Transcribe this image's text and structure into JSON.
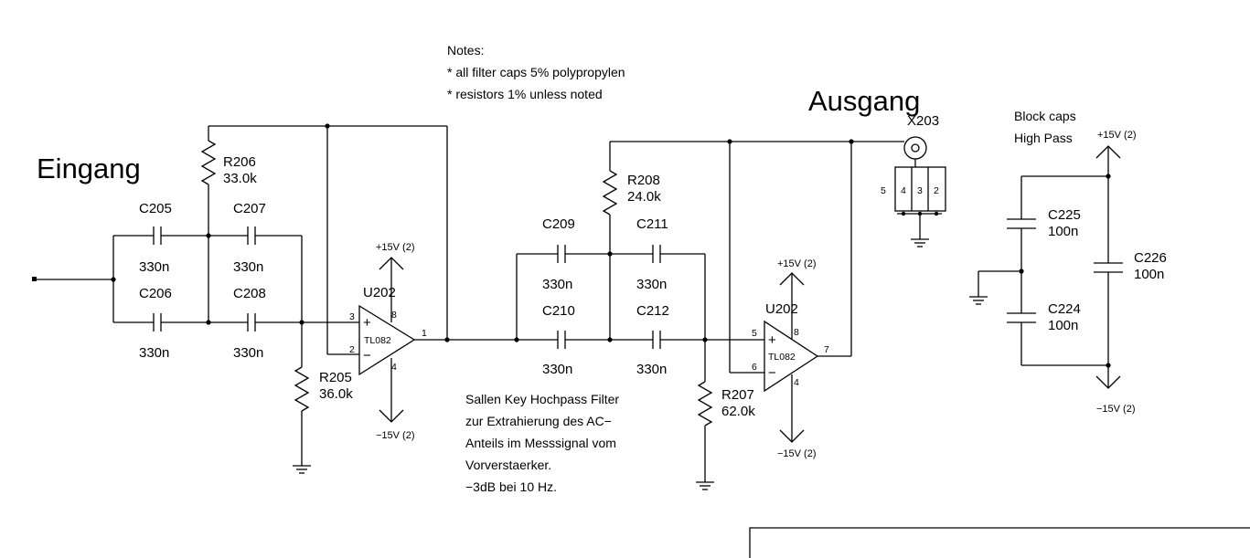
{
  "titles": {
    "input": "Eingang",
    "output": "Ausgang"
  },
  "notes": {
    "header": "Notes:",
    "line1": "* all filter caps 5% polypropylen",
    "line2": "* resistors 1% unless noted"
  },
  "description": [
    "Sallen Key Hochpass Filter",
    "zur Extrahierung des AC−",
    "Anteils im Messsignal vom",
    "Vorverstaerker.",
    "−3dB bei 10 Hz."
  ],
  "block_caps": {
    "line1": "Block caps",
    "line2": "High Pass"
  },
  "power": {
    "pos": "+15V (2)",
    "neg": "−15V (2)"
  },
  "connector": {
    "ref": "X203",
    "pins": [
      "5",
      "4",
      "3",
      "2"
    ]
  },
  "opamps": {
    "u202a": {
      "ref": "U202",
      "part": "TL082",
      "pin_plus": "3",
      "pin_minus": "2",
      "pin_out": "1",
      "pin_vcc": "8",
      "pin_vee": "4",
      "sign_plus": "+",
      "sign_minus": "−"
    },
    "u202b": {
      "ref": "U202",
      "part": "TL082",
      "pin_plus": "5",
      "pin_minus": "6",
      "pin_out": "7",
      "pin_vcc": "8",
      "pin_vee": "4",
      "sign_plus": "+",
      "sign_minus": "−"
    }
  },
  "capacitors": {
    "c205": {
      "ref": "C205",
      "value": "330n"
    },
    "c206": {
      "ref": "C206",
      "value": "330n"
    },
    "c207": {
      "ref": "C207",
      "value": "330n"
    },
    "c208": {
      "ref": "C208",
      "value": "330n"
    },
    "c209": {
      "ref": "C209",
      "value": "330n"
    },
    "c210": {
      "ref": "C210",
      "value": "330n"
    },
    "c211": {
      "ref": "C211",
      "value": "330n"
    },
    "c212": {
      "ref": "C212",
      "value": "330n"
    },
    "c224": {
      "ref": "C224",
      "value": "100n"
    },
    "c225": {
      "ref": "C225",
      "value": "100n"
    },
    "c226": {
      "ref": "C226",
      "value": "100n"
    }
  },
  "resistors": {
    "r205": {
      "ref": "R205",
      "value": "36.0k"
    },
    "r206": {
      "ref": "R206",
      "value": "33.0k"
    },
    "r207": {
      "ref": "R207",
      "value": "62.0k"
    },
    "r208": {
      "ref": "R208",
      "value": "24.0k"
    }
  }
}
